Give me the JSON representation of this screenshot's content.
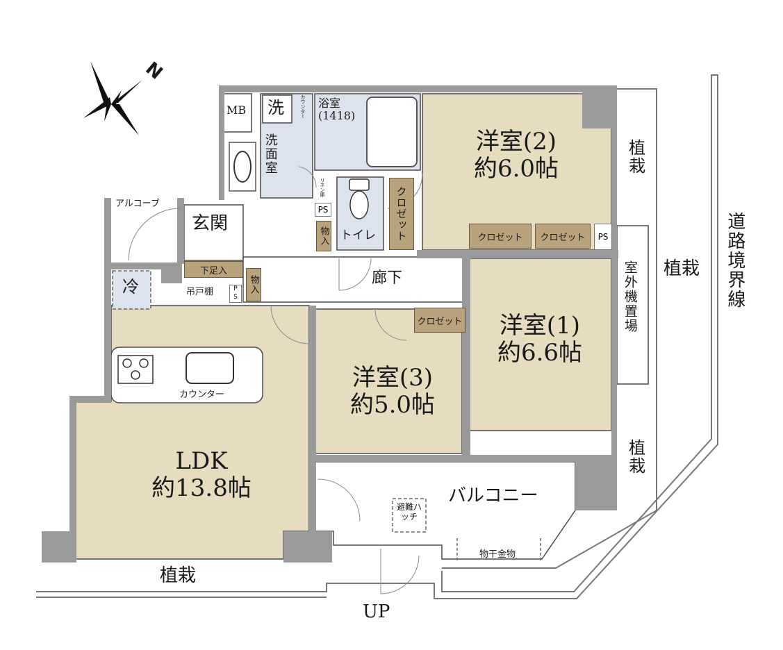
{
  "compass": {
    "north_label": "N"
  },
  "rooms": {
    "western_2": {
      "name": "洋室(2)",
      "size": "約6.0帖"
    },
    "western_1": {
      "name": "洋室(1)",
      "size": "約6.6帖"
    },
    "western_3": {
      "name": "洋室(3)",
      "size": "約5.0帖"
    },
    "ldk": {
      "name": "LDK",
      "size": "約13.8帖"
    },
    "bathroom": {
      "name": "浴室",
      "size": "(1418)"
    },
    "washroom": "洗面室",
    "entrance": "玄関",
    "toilet": "トイレ",
    "corridor": "廊下",
    "balcony": "バルコニー"
  },
  "labels": {
    "mb": "MB",
    "wash": "洗",
    "counter_small": "カウンター",
    "linen": "リネン庫",
    "ps": "PS",
    "storage": "物入",
    "closet": "クロゼット",
    "shoe": "下足入",
    "hanging_shelf": "吊戸棚",
    "fridge": "冷",
    "kitchen_counter": "カウンター",
    "alcove": "アルコーブ",
    "outdoor_unit": "室外機置場",
    "evac_hatch": "避難ハッチ",
    "drying_rod": "物干金物",
    "planting": "植栽",
    "road_boundary": "道路境界線",
    "up": "UP"
  },
  "colors": {
    "room_floor": "#e8dcc0",
    "wet_area": "#dde3ee",
    "storage": "#b8a37d",
    "wall": "#9a9a9a"
  }
}
